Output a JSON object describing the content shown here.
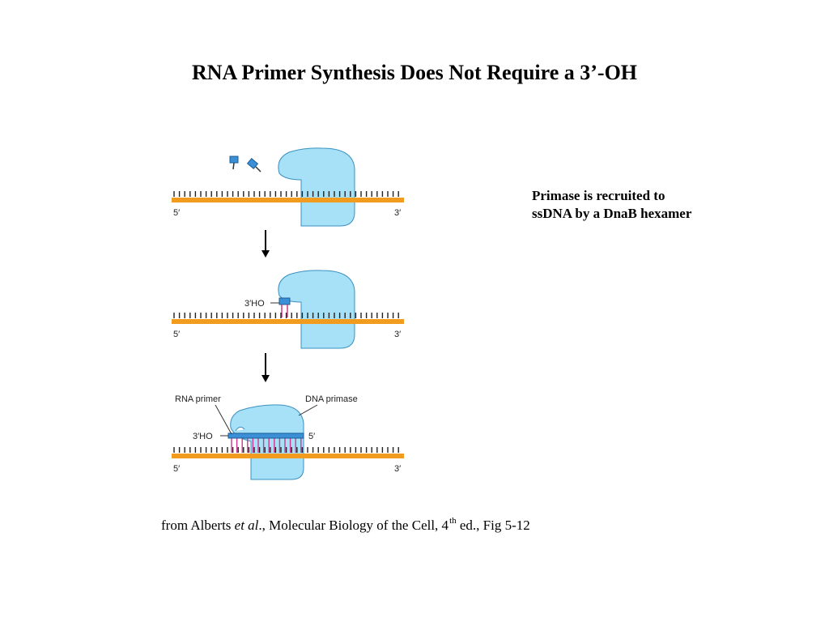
{
  "title": "RNA Primer Synthesis Does Not Require a 3’-OH",
  "caption": {
    "line1": "Primase is recruited to",
    "line2": "ssDNA by a DnaB hexamer"
  },
  "citation": {
    "prefix": "from Alberts ",
    "etal": "et al",
    "middle": "., Molecular Biology of the Cell,  4",
    "sup": "th",
    "suffix": " ed., Fig 5-12"
  },
  "diagram": {
    "end_5": "5′",
    "end_3": "3′",
    "label_3oh": "3′HO",
    "label_rna_primer": "RNA primer",
    "label_dna_primase": "DNA primase",
    "label_primer_5": "5′"
  },
  "colors": {
    "dna_strand": "#f29c1f",
    "primase": "#a6e1f7",
    "primase_outline": "#3a90c0",
    "nucleotide": "#3b8fd6",
    "base_pair": "#d0368f"
  }
}
